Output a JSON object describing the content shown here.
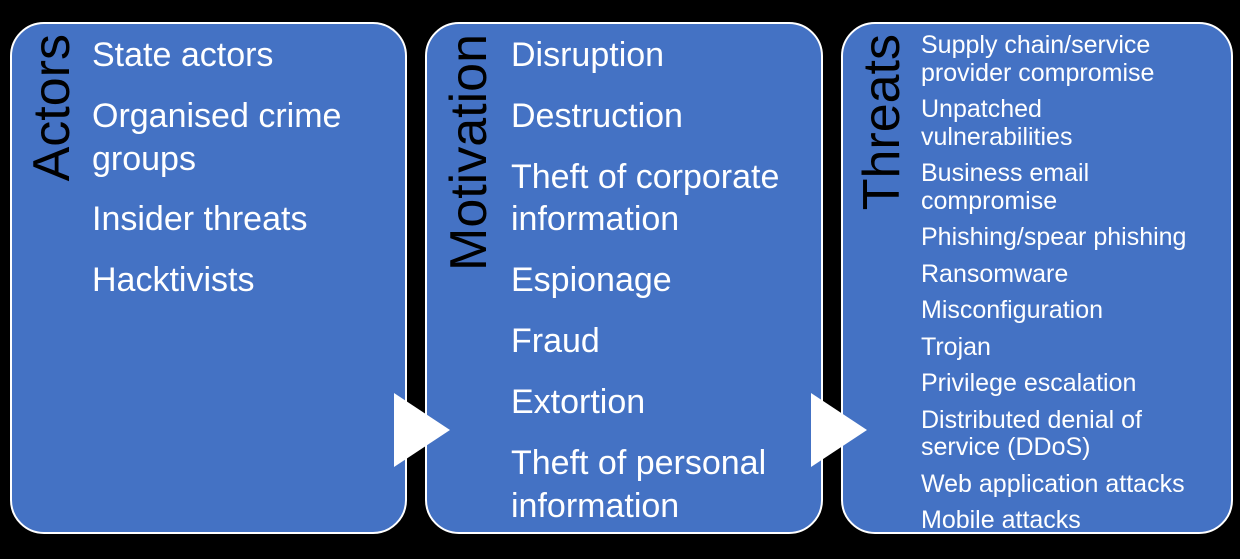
{
  "colors": {
    "background": "#000000",
    "box_fill": "#4472C4",
    "box_border": "#FFFFFF",
    "title_text": "#000000",
    "item_text": "#FFFFFF",
    "arrow": "#FFFFFF"
  },
  "columns": [
    {
      "title": "Actors",
      "items": [
        "State actors",
        "Organised crime groups",
        "Insider threats",
        "Hacktivists"
      ]
    },
    {
      "title": "Motivation",
      "items": [
        "Disruption",
        "Destruction",
        "Theft of corporate information",
        "Espionage",
        "Fraud",
        "Extortion",
        "Theft of personal information"
      ]
    },
    {
      "title": "Threats",
      "items": [
        "Supply chain/service provider compromise",
        "Unpatched vulnerabilities",
        "Business email compromise",
        "Phishing/spear phishing",
        "Ransomware",
        "Misconfiguration",
        "Trojan",
        "Privilege escalation",
        "Distributed denial of service (DDoS)",
        "Web application attacks",
        "Mobile attacks"
      ]
    }
  ]
}
